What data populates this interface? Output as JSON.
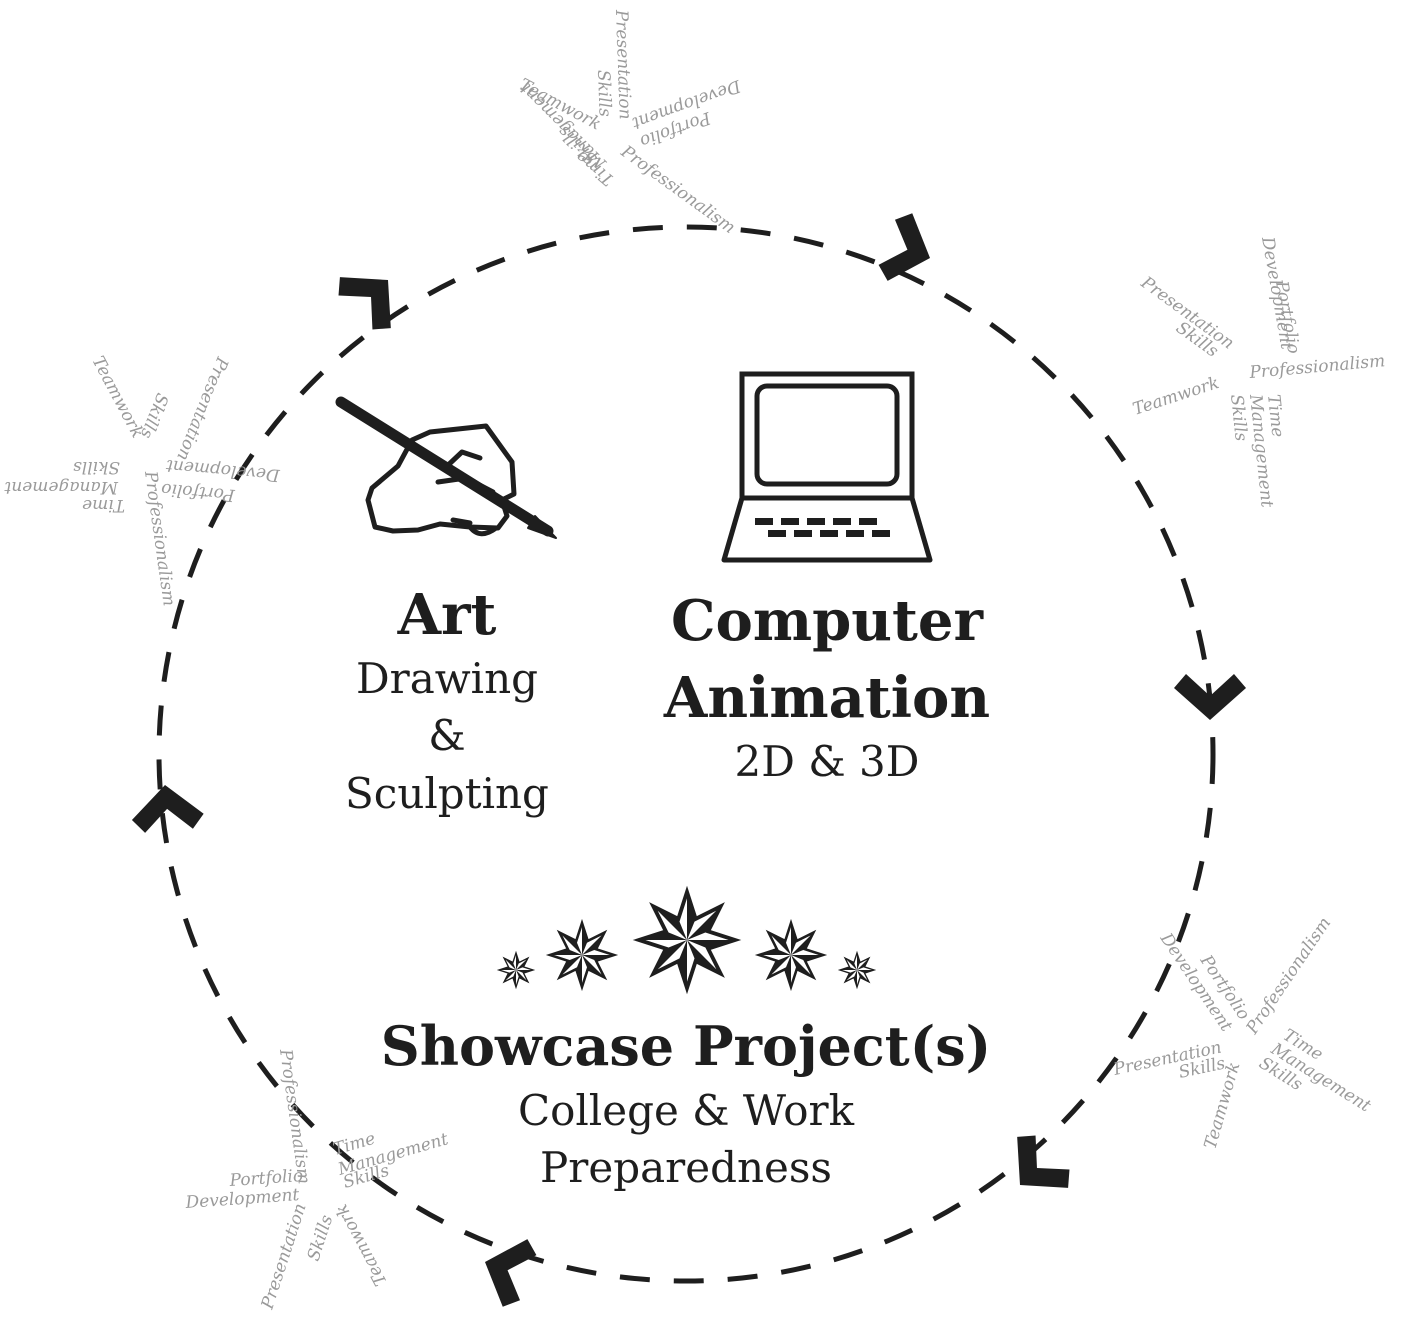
{
  "art": {
    "title": "Art",
    "line1": "Drawing",
    "line2": "&",
    "line3": "Sculpting"
  },
  "computer": {
    "title1": "Computer",
    "title2": "Animation",
    "sub": "2D & 3D"
  },
  "showcase": {
    "title": "Showcase Project(s)",
    "line1": "College & Work",
    "line2": "Preparedness"
  },
  "skills": {
    "teamwork": "Teamwork",
    "presentation": "Presentation",
    "presentation_skills": "Skills",
    "portfolio": "Portfolio",
    "development": "Development",
    "professionalism": "Professionalism",
    "time": "Time",
    "management": "Management",
    "management_skills": "Skills"
  },
  "colors": {
    "ink": "#1e1e1e",
    "skill_text": "#9a9a9a"
  },
  "icons": [
    "hand-drawing-icon",
    "laptop-icon",
    "star-icon"
  ]
}
